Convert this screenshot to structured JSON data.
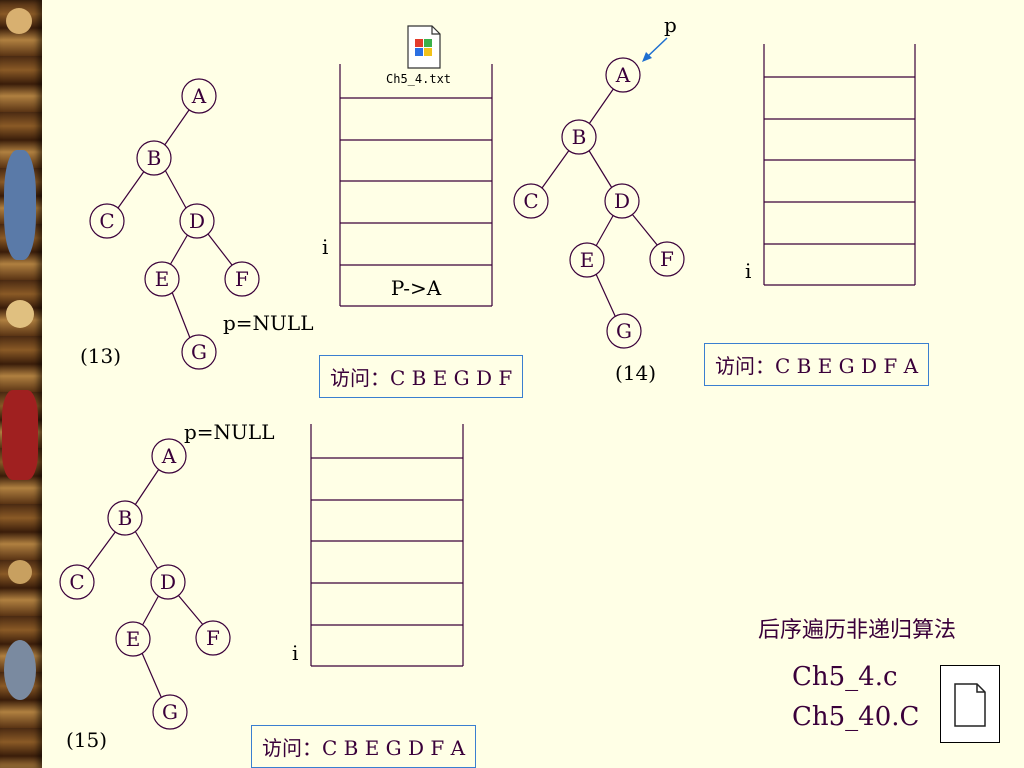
{
  "diagrams": [
    {
      "step": "(13)",
      "pointer": "p=NULL",
      "stack": {
        "index": "i",
        "slots": [
          "",
          "",
          "",
          "",
          "P->A"
        ]
      },
      "visit": "访问：C B E G D F"
    },
    {
      "step": "(14)",
      "pointer": "p",
      "stack": {
        "index": "i",
        "slots": [
          "",
          "",
          "",
          "",
          ""
        ]
      },
      "visit": "访问：C B E G D F A"
    },
    {
      "step": "(15)",
      "pointer": "p=NULL",
      "stack": {
        "index": "i",
        "slots": [
          "",
          "",
          "",
          "",
          ""
        ]
      },
      "visit": "访问：C B E G D F A"
    }
  ],
  "tree_nodes": [
    "A",
    "B",
    "C",
    "D",
    "E",
    "F",
    "G"
  ],
  "embedded_file": {
    "caption": "Ch5_4.txt",
    "icon": "text-file-icon"
  },
  "footer": {
    "title": "后序遍历非递归算法",
    "files": [
      "Ch5_4.c",
      "Ch5_40.C"
    ],
    "doc_icon": "document-icon"
  },
  "colors": {
    "background": "#ffffe6",
    "line": "#3a003a",
    "box_border": "#3a7fd0",
    "arrow": "#1e6fd0"
  }
}
